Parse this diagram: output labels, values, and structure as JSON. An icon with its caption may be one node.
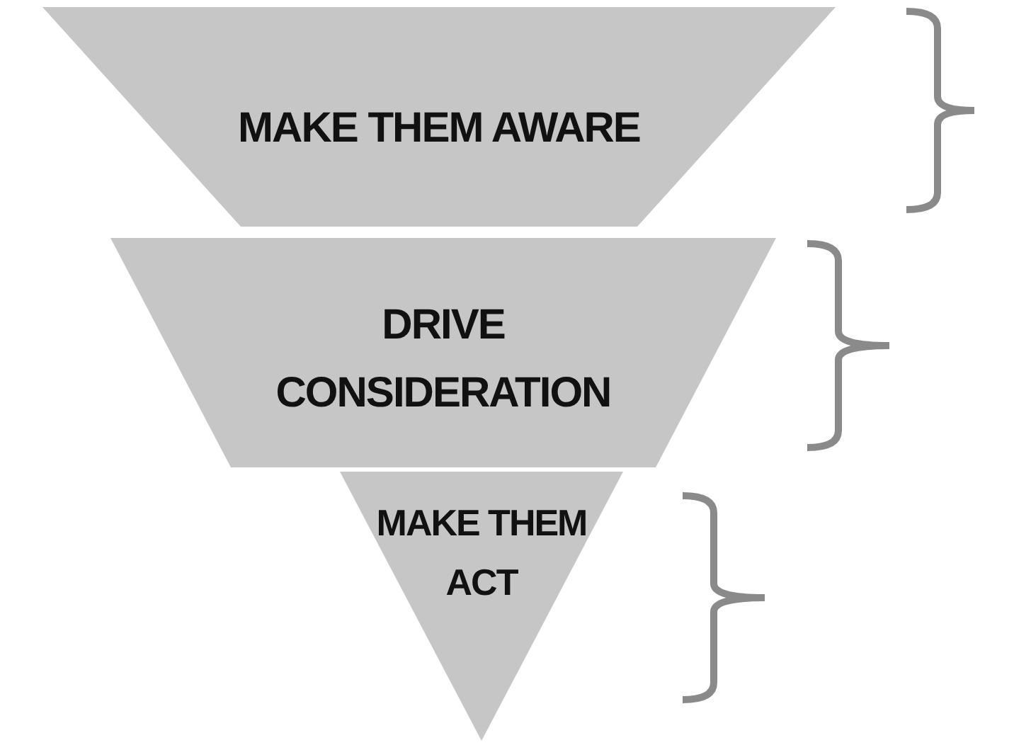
{
  "diagram": {
    "nodes": [
      {
        "text": [
          "MAKE THEM AWARE"
        ]
      },
      {
        "text": [
          "DRIVE CONSIDERATION"
        ]
      },
      {
        "text": [
          "MAKE THEM ACT"
        ]
      }
    ],
    "edges": []
  }
}
